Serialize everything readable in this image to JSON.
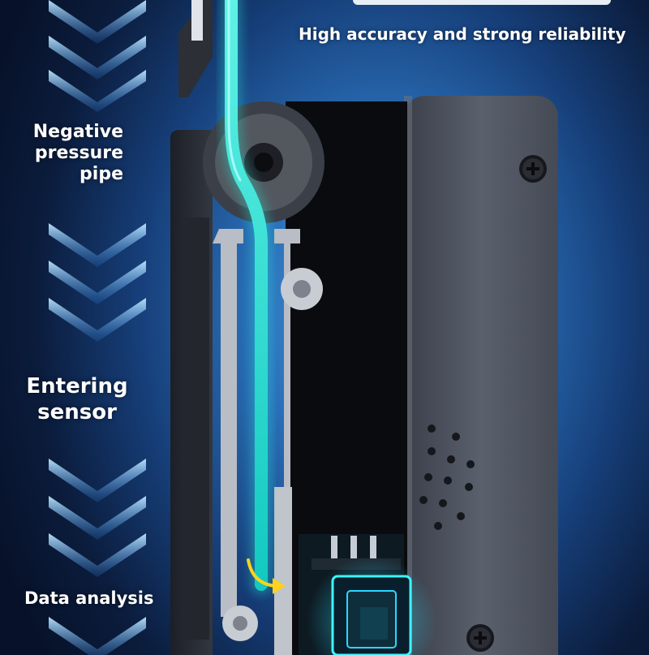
{
  "headline": "High accuracy and strong reliability",
  "steps": [
    {
      "label": "Negative pressure pipe",
      "lines": [
        "Negative",
        "pressure",
        "pipe"
      ]
    },
    {
      "label": "Entering sensor",
      "lines": [
        "Entering",
        "sensor"
      ]
    },
    {
      "label": "Data analysis",
      "lines": [
        "Data analysis"
      ]
    }
  ],
  "colors": {
    "background_glow": "#4aa3e6",
    "background_dark": "#07122a",
    "flow_cyan": "#27e3d6",
    "arrow_yellow": "#ffd21e",
    "device_body": "#4e5360",
    "chip_glow": "#1fd7ff"
  },
  "icons": [
    "down-chevron-icon",
    "screw-icon",
    "curved-arrow-icon",
    "chip-icon",
    "speaker-grille-icon"
  ]
}
